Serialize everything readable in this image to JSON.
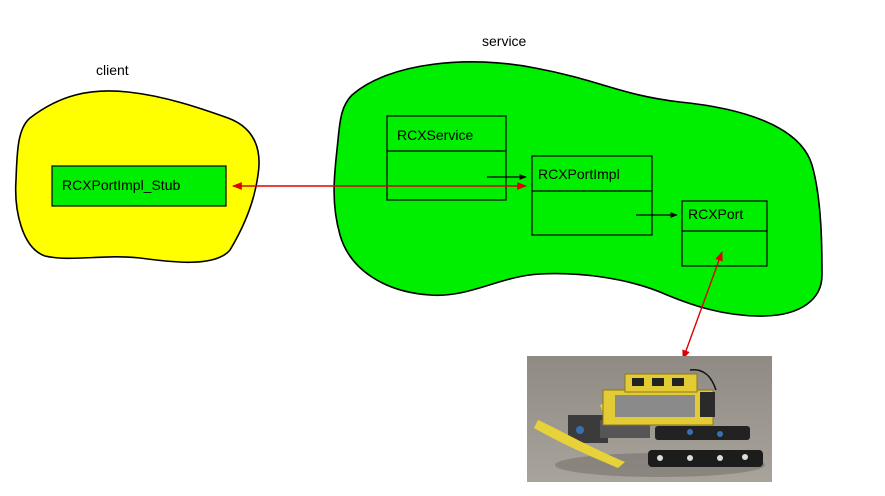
{
  "regions": {
    "client": {
      "label": "client",
      "fill": "#ffff00"
    },
    "service": {
      "label": "service",
      "fill": "#00ee00"
    }
  },
  "classes": {
    "stub": {
      "name": "RCXPortImpl_Stub"
    },
    "rcx_service": {
      "name": "RCXService"
    },
    "port_impl": {
      "name": "RCXPortImpl"
    },
    "rcx_port": {
      "name": "RCXPort"
    }
  },
  "colors": {
    "remote_link": "#dd0000",
    "call_arrow": "#000000",
    "outline": "#000000"
  },
  "photo": {
    "subject": "lego-rcx-robot"
  }
}
